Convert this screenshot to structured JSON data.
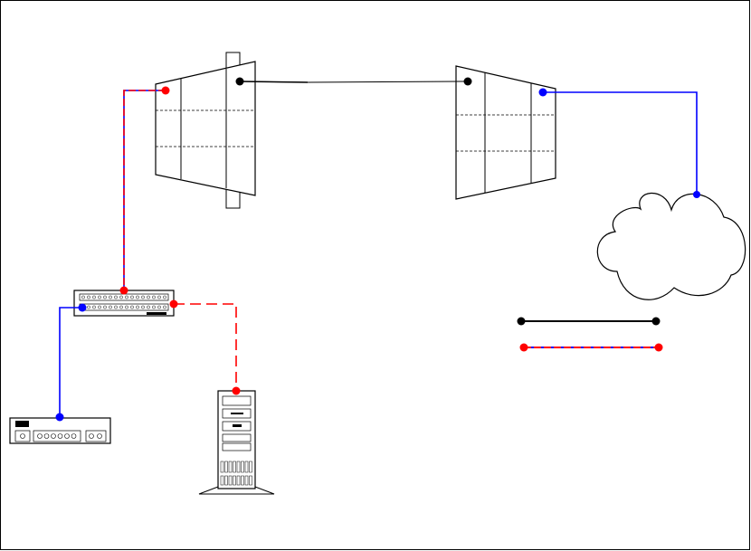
{
  "diagram": {
    "colors": {
      "background": "#ffffff",
      "border": "#000000",
      "black_link": "#000000",
      "blue_link": "#0000ff",
      "red_link": "#ff0000",
      "red_blue_dashed_base": "#0000ff",
      "red_blue_dashed_dash": "#ff0000"
    },
    "nodes": [
      {
        "id": "left-cabinet",
        "icon": "patch-cabinet-icon"
      },
      {
        "id": "right-cabinet",
        "icon": "patch-cabinet-icon"
      },
      {
        "id": "cloud",
        "icon": "cloud-icon"
      },
      {
        "id": "switch",
        "icon": "switch-icon"
      },
      {
        "id": "desktop-device",
        "icon": "desktop-device-icon"
      },
      {
        "id": "server",
        "icon": "server-tower-icon"
      }
    ],
    "links": [
      {
        "from": "left-cabinet",
        "to": "right-cabinet",
        "style": "black-solid"
      },
      {
        "from": "right-cabinet",
        "to": "cloud",
        "style": "blue-solid"
      },
      {
        "from": "left-cabinet",
        "to": "switch",
        "style": "red-blue-dashed"
      },
      {
        "from": "switch",
        "to": "desktop-device",
        "style": "blue-solid"
      },
      {
        "from": "switch",
        "to": "server",
        "style": "red-dashed"
      }
    ],
    "legend": [
      {
        "style": "black-solid"
      },
      {
        "style": "red-blue-dashed"
      }
    ]
  }
}
